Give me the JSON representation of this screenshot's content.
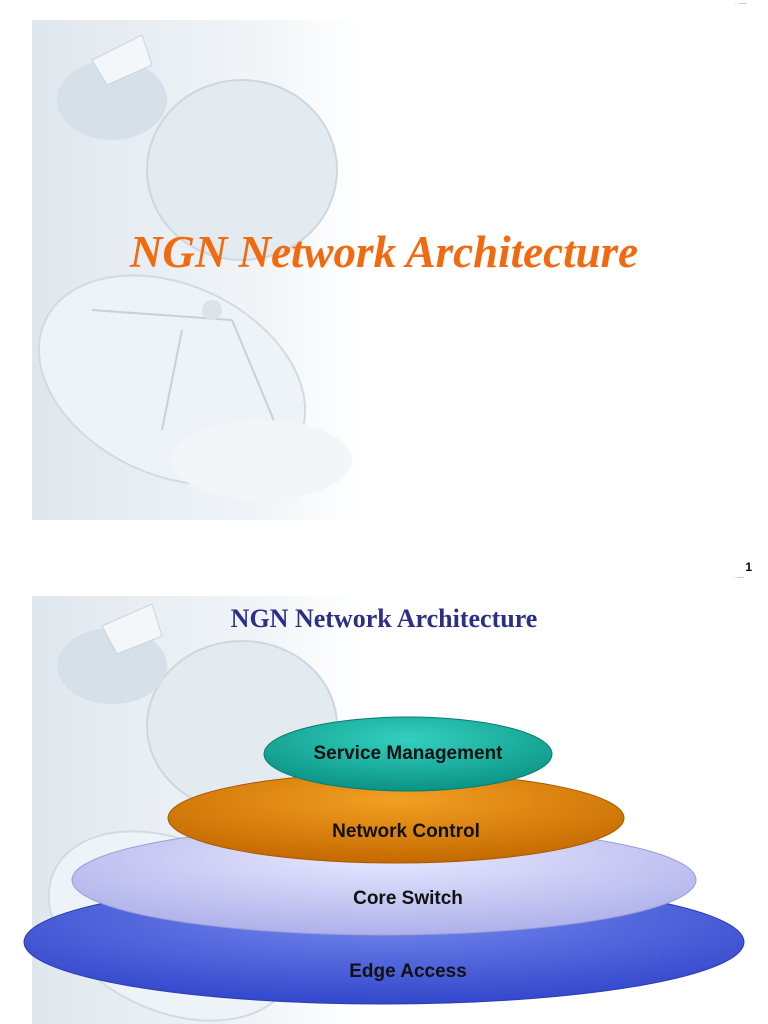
{
  "slide1": {
    "title": "NGN Network Architecture",
    "page_number": "1"
  },
  "slide2": {
    "title": "NGN Network Architecture",
    "layers": [
      {
        "label": "Service Management",
        "color": "#12b3a4"
      },
      {
        "label": "Network Control",
        "color": "#e07b00"
      },
      {
        "label": "Core Switch",
        "color": "#c8c9f4"
      },
      {
        "label": "Edge Access",
        "color": "#4f63de"
      }
    ]
  },
  "colors": {
    "title_orange": "#f26a10",
    "title_navy": "#2b2f86"
  }
}
